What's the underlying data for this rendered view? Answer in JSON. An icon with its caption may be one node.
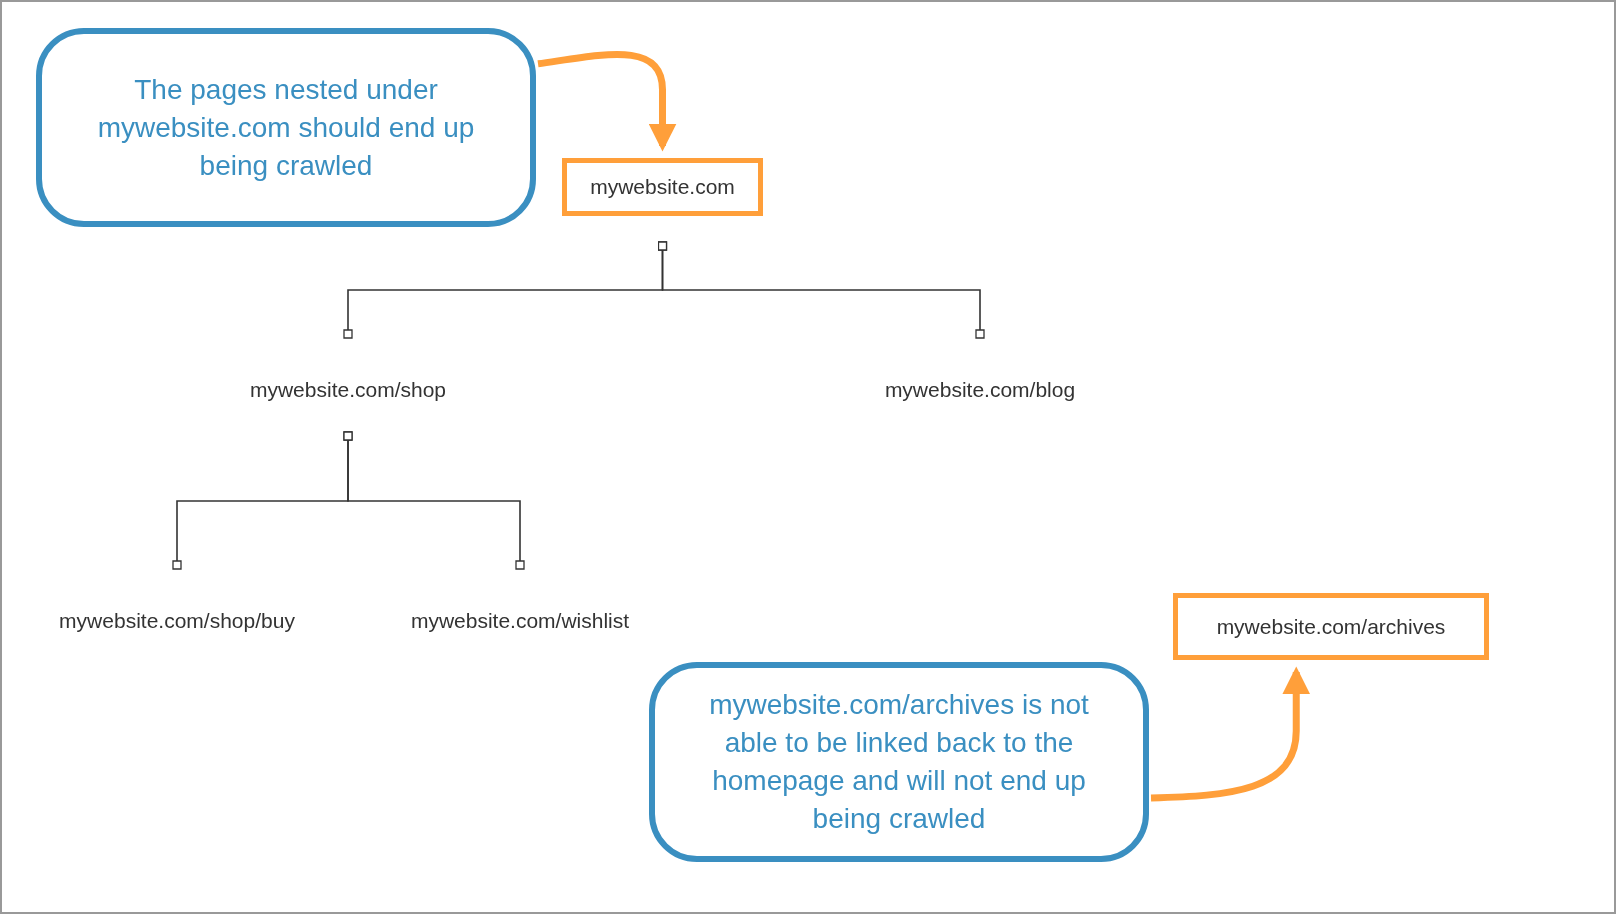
{
  "diagram": {
    "nodes": [
      {
        "text": [
          "The pages nested under mywebsite.com should end up being crawled"
        ]
      },
      {
        "text": [
          "mywebsite.com"
        ]
      },
      {
        "text": [
          "mywebsite.com/shop"
        ]
      },
      {
        "text": [
          "mywebsite.com/blog"
        ]
      },
      {
        "text": [
          "mywebsite.com/shop/buy"
        ]
      },
      {
        "text": [
          "mywebsite.com/wishlist"
        ]
      },
      {
        "text": [
          "mywebsite.com/archives"
        ]
      },
      {
        "text": [
          "mywebsite.com/archives is not able to be linked back to the homepage and will not end up being crawled"
        ]
      }
    ],
    "edges": [
      {
        "from": 0,
        "to": 1,
        "arrow": "to",
        "style": "thick",
        "color": "#ff9f3a"
      },
      {
        "from": 1,
        "to": 2,
        "arrow": "other"
      },
      {
        "from": 1,
        "to": 3,
        "arrow": "other"
      },
      {
        "from": 2,
        "to": 4,
        "arrow": "other"
      },
      {
        "from": 2,
        "to": 5,
        "arrow": "other"
      },
      {
        "from": 7,
        "to": 6,
        "arrow": "to",
        "style": "thick",
        "color": "#ff9f3a"
      }
    ]
  }
}
